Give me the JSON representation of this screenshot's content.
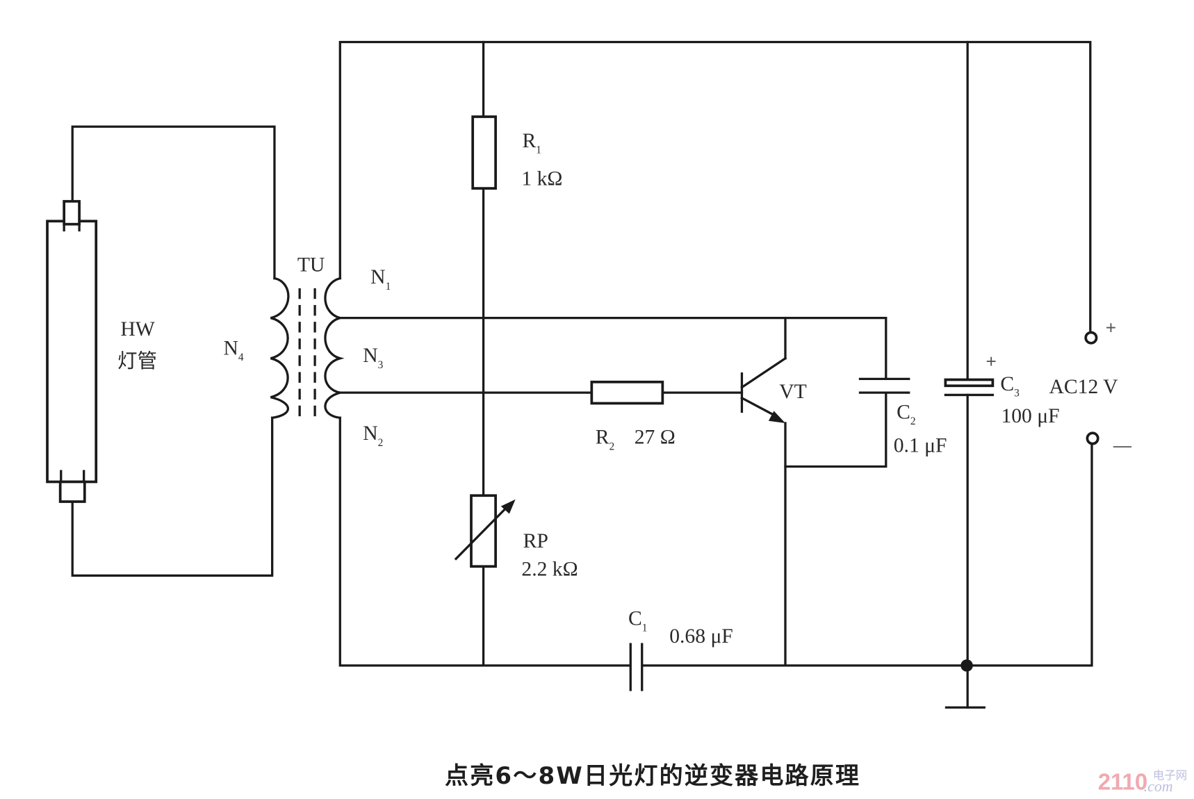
{
  "diagram": {
    "title": "点亮6～8W日光灯的逆变器电路原理",
    "caption_parts": [
      "点亮",
      "6 ~8 W",
      "日光灯的逆变器电路原理"
    ],
    "watermark": {
      "number": "2110",
      "cn": "电子网",
      "com": ".com"
    },
    "components": {
      "lamp": {
        "ref": "HW",
        "name": "灯管"
      },
      "transformer": {
        "ref": "TU"
      },
      "windings": {
        "n1": {
          "ref": "N",
          "sub": "1"
        },
        "n2": {
          "ref": "N",
          "sub": "2"
        },
        "n3": {
          "ref": "N",
          "sub": "3"
        },
        "n4": {
          "ref": "N",
          "sub": "4"
        }
      },
      "r1": {
        "ref": "R",
        "sub": "1",
        "value": "1 kΩ"
      },
      "r2": {
        "ref": "R",
        "sub": "2",
        "value": "27 Ω"
      },
      "rp": {
        "ref": "RP",
        "value": "2.2 kΩ"
      },
      "c1": {
        "ref": "C",
        "sub": "1",
        "value": "0.68 μF"
      },
      "c2": {
        "ref": "C",
        "sub": "2",
        "value": "0.1 μF"
      },
      "c3": {
        "ref": "C",
        "sub": "3",
        "value": "100 μF",
        "polarity": "+"
      },
      "vt": {
        "ref": "VT"
      },
      "supply": {
        "label": "AC12 V",
        "plus": "+",
        "minus": "—"
      }
    }
  }
}
